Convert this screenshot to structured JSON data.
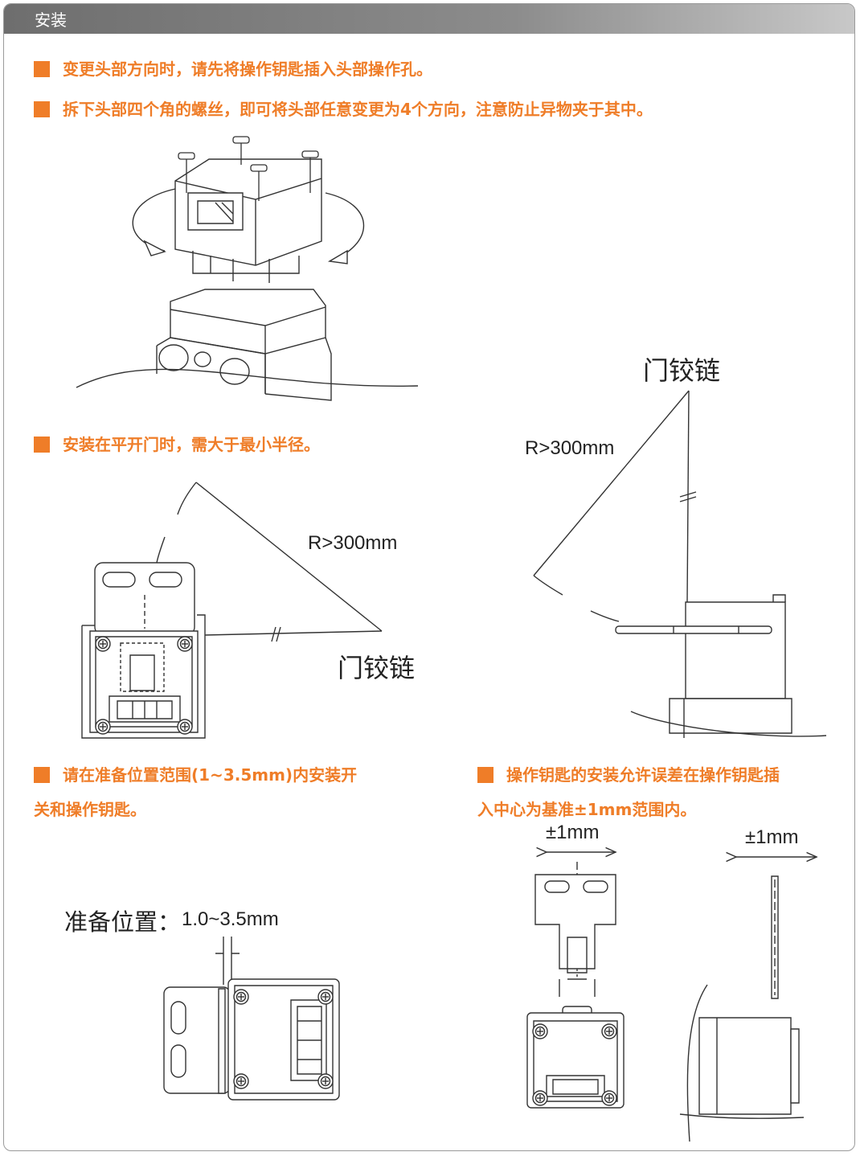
{
  "header": {
    "title": "安装"
  },
  "notes": {
    "n1": "变更头部方向时，请先将操作钥匙插入头部操作孔。",
    "n2": "拆下头部四个角的螺丝，即可将头部任意变更为4个方向，注意防止异物夹于其中。",
    "n3": "安装在平开门时，需大于最小半径。",
    "n4_line1": "请在准备位置范围(1~3.5mm)内安装开",
    "n4_line2": "关和操作钥匙。",
    "n5_line1": "操作钥匙的安装允许误差在操作钥匙插",
    "n5_line2": "入中心为基准±1mm范围内。"
  },
  "figures": {
    "radius_left": "R>300mm",
    "hinge_left": "门铰链",
    "radius_right": "R>300mm",
    "hinge_right": "门铰链",
    "prep_label": "准备位置：",
    "prep_range": "1.0~3.5mm",
    "tol_left": "±1mm",
    "tol_right": "±1mm"
  },
  "colors": {
    "accent": "#ef7d28",
    "header": "#7a7a7a"
  }
}
